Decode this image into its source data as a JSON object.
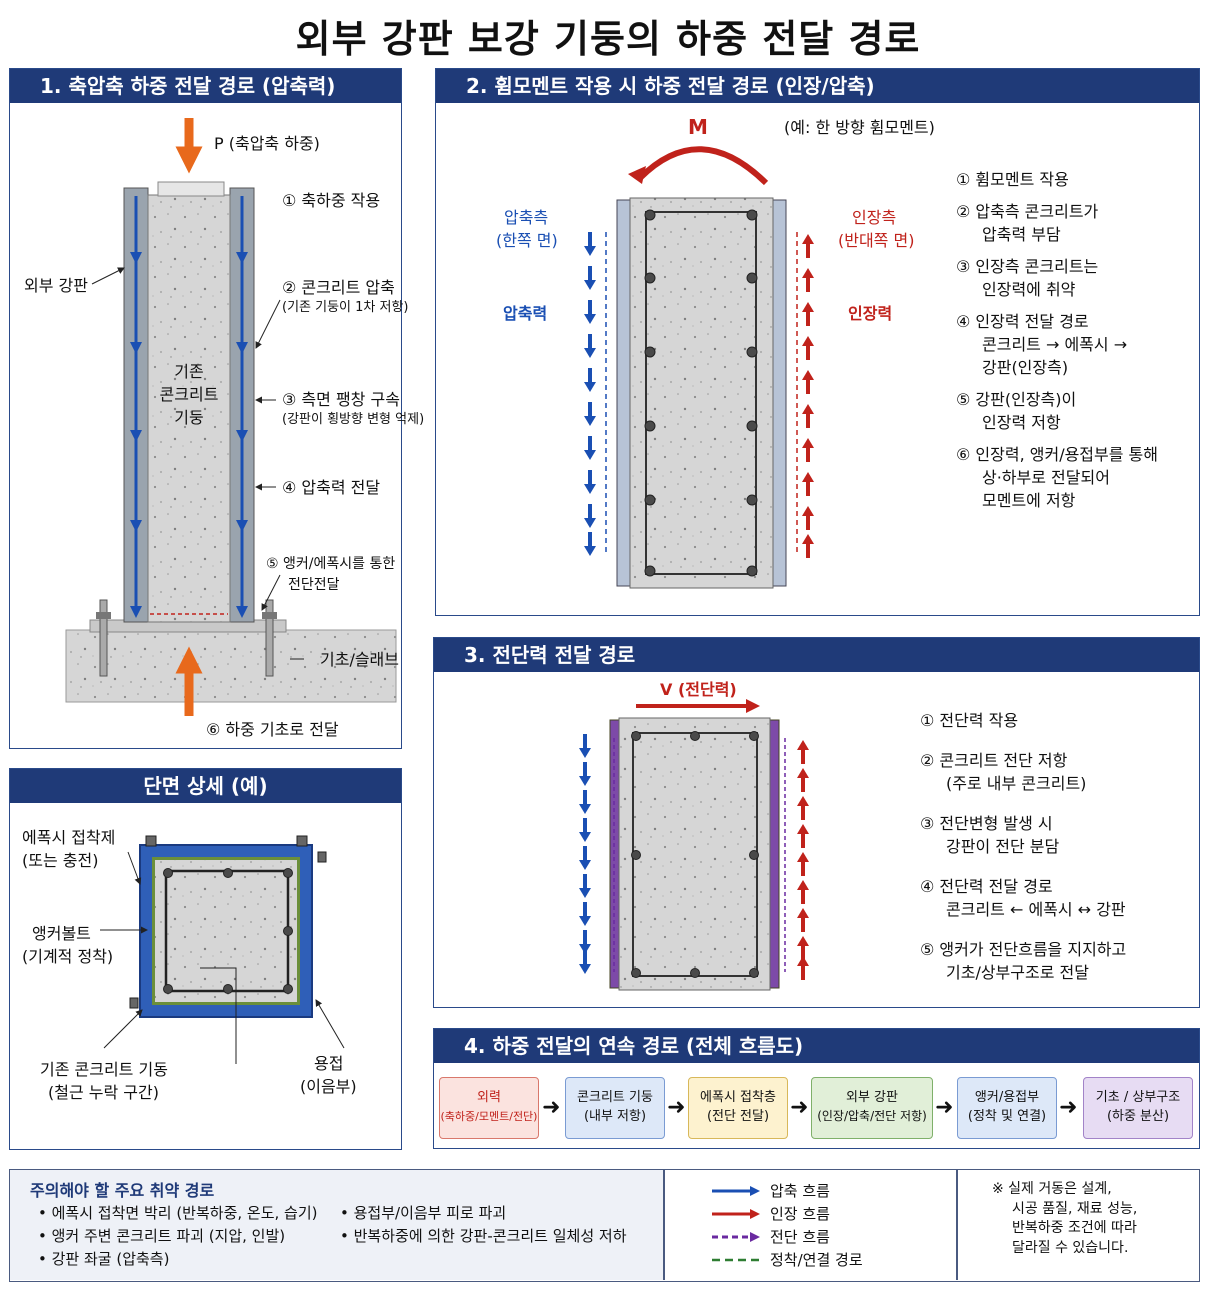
{
  "title": "외부 강판 보강 기둥의 하중 전달 경로",
  "panel1": {
    "header": "1. 축압축 하중 전달 경로 (압축력)",
    "p_label": "P (축압축 하중)",
    "steel_label": "외부 강판",
    "concrete_label": [
      "기존",
      "콘크리트",
      "기둥"
    ],
    "s1": "① 축하중 작용",
    "s2": "② 콘크리트 압축",
    "s2_sub": "(기존 기둥이 1차 저항)",
    "s3": "③ 측면 팽창 구속",
    "s3_sub": "(강판이 횡방향 변형 억제)",
    "s4": "④ 압축력 전달",
    "s5a": "⑤ 앵커/에폭시를 통한",
    "s5b": "전단전달",
    "foundation": "기초/슬래브",
    "s6": "⑥ 하중 기초로 전달"
  },
  "panel2": {
    "header": "2. 휨모멘트 작용 시 하중 전달 경로 (인장/압축)",
    "m_label": "M",
    "example": "(예: 한 방향 휨모멘트)",
    "comp_side_a": "압축측",
    "comp_side_b": "(한쪽 면)",
    "comp_force": "압축력",
    "tens_side_a": "인장측",
    "tens_side_b": "(반대쪽 면)",
    "tens_force": "인장력",
    "steps": [
      [
        "① 휨모멘트 작용"
      ],
      [
        "② 압축측 콘크리트가",
        "압축력 부담"
      ],
      [
        "③ 인장측 콘크리트는",
        "인장력에 취약"
      ],
      [
        "④ 인장력 전달 경로",
        "콘크리트 → 에폭시 →",
        "강판(인장측)"
      ],
      [
        "⑤ 강판(인장측)이",
        "인장력 저항"
      ],
      [
        "⑥ 인장력, 앵커/용접부를 통해",
        "상·하부로 전달되어",
        "모멘트에 저항"
      ]
    ]
  },
  "panel3": {
    "header": "3. 전단력 전달 경로",
    "v_label": "V (전단력)",
    "steps": [
      [
        "① 전단력 작용"
      ],
      [
        "② 콘크리트 전단 저항",
        "(주로 내부 콘크리트)"
      ],
      [
        "③ 전단변형 발생 시",
        "강판이 전단 분담"
      ],
      [
        "④ 전단력 전달 경로",
        "콘크리트 ← 에폭시 ↔ 강판"
      ],
      [
        "⑤ 앵커가 전단흐름을 지지하고",
        "기초/상부구조로 전달"
      ]
    ]
  },
  "panel_section": {
    "header": "단면 상세 (예)",
    "epoxy_a": "에폭시 접착제",
    "epoxy_b": "(또는 충전)",
    "anchor_a": "앵커볼트",
    "anchor_b": "(기계적 정착)",
    "column_a": "기존 콘크리트 기동",
    "column_b": "(철근 누락 구간)",
    "weld_a": "용접",
    "weld_b": "(이음부)"
  },
  "panel4": {
    "header": "4. 하중 전달의 연속 경로 (전체 흐름도)",
    "boxes": [
      {
        "a": "외력",
        "b": "(축하중/모멘트/전단)"
      },
      {
        "a": "콘크리트 기둥",
        "b": "(내부 저항)"
      },
      {
        "a": "에폭시 접착층",
        "b": "(전단 전달)"
      },
      {
        "a": "외부 강판",
        "b": "(인장/압축/전단 저항)"
      },
      {
        "a": "앵커/용접부",
        "b": "(정착 및 연결)"
      },
      {
        "a": "기초 / 상부구조",
        "b": "(하중 분산)"
      }
    ],
    "arrow": "➜"
  },
  "notes": {
    "title": "주의해야 할 주요 취약 경로",
    "left": [
      "• 에폭시 접착면 박리 (반복하중, 온도, 습기)",
      "• 앵커 주변 콘크리트 파괴 (지압, 인발)",
      "• 강판 좌굴 (압축측)"
    ],
    "right": [
      "• 용접부/이음부 피로 파괴",
      "• 반복하중에 의한 강판-콘크리트 일체성 저하"
    ],
    "legend": [
      "압축 흐름",
      "인장 흐름",
      "전단 흐름",
      "정착/연결 경로"
    ],
    "disclaimer": [
      "※ 실제 거동은 설계,",
      "시공 품질, 재료 성능,",
      "반복하중 조건에 따라",
      "달라질 수 있습니다."
    ]
  },
  "colors": {
    "header": "#1f3a78",
    "compression": "#1a4fb3",
    "tension": "#c0221b",
    "shear": "#6a2aa0",
    "anchorage": "#2e7d32",
    "load_arrow": "#e8691c"
  }
}
